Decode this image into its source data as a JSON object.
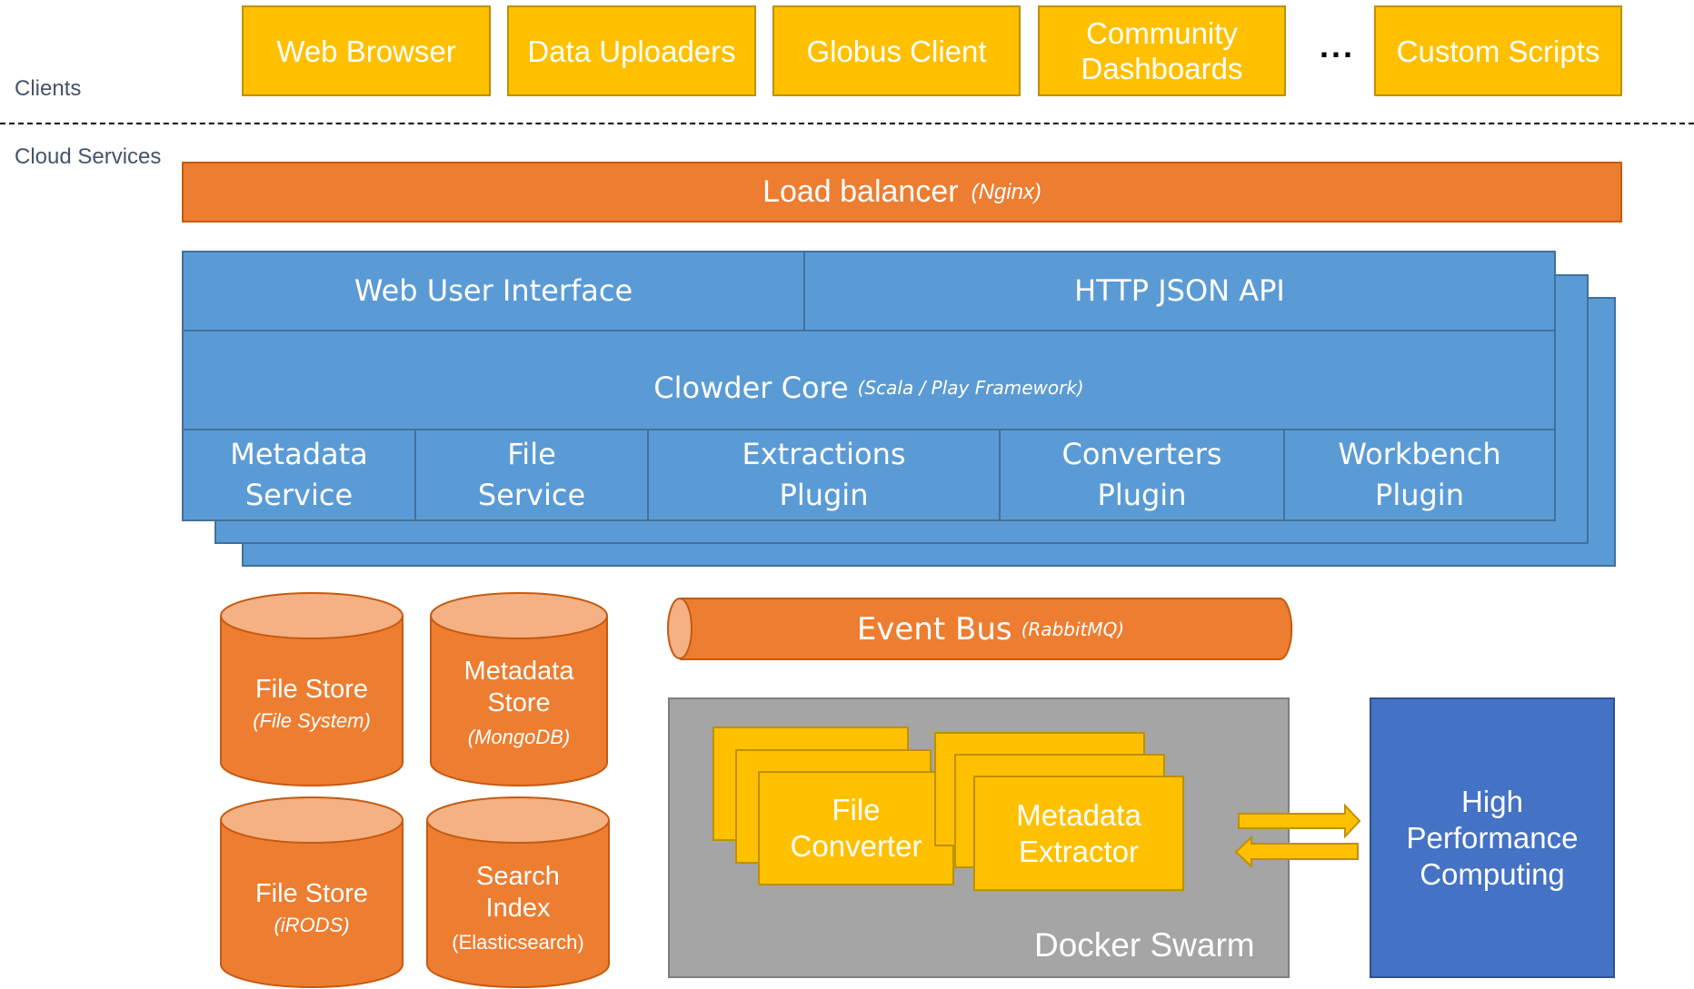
{
  "sections": {
    "clients_label": "Clients",
    "cloud_label": "Cloud Services"
  },
  "clients": [
    {
      "label": "Web Browser"
    },
    {
      "label": "Data Uploaders"
    },
    {
      "label": "Globus Client"
    },
    {
      "label": "Community Dashboards"
    },
    {
      "label": "Custom Scripts"
    }
  ],
  "ellipsis": "...",
  "load_balancer": {
    "label": "Load balancer",
    "tech": "(Nginx)"
  },
  "clowder": {
    "web_ui": "Web User Interface",
    "api": "HTTP JSON API",
    "core": "Clowder Core",
    "core_tech": "(Scala / Play Framework)",
    "modules": [
      {
        "line1": "Metadata",
        "line2": "Service"
      },
      {
        "line1": "File",
        "line2": "Service"
      },
      {
        "line1": "Extractions",
        "line2": "Plugin"
      },
      {
        "line1": "Converters",
        "line2": "Plugin"
      },
      {
        "line1": "Workbench",
        "line2": "Plugin"
      }
    ]
  },
  "stores": [
    {
      "line1": "File Store",
      "line2": "",
      "sub": "(File System)",
      "sub_italic": true
    },
    {
      "line1": "Metadata",
      "line2": "Store",
      "sub": "(MongoDB)",
      "sub_italic": true
    },
    {
      "line1": "File Store",
      "line2": "",
      "sub": "(iRODS)",
      "sub_italic": true
    },
    {
      "line1": "Search",
      "line2": "Index",
      "sub": "(Elasticsearch)",
      "sub_italic": false
    }
  ],
  "event_bus": {
    "label": "Event Bus",
    "tech": "(RabbitMQ)"
  },
  "docker": {
    "label": "Docker Swarm",
    "converter": {
      "line1": "File",
      "line2": "Converter"
    },
    "extractor": {
      "line1": "Metadata",
      "line2": "Extractor"
    }
  },
  "hpc": {
    "line1": "High",
    "line2": "Performance",
    "line3": "Computing"
  },
  "colors": {
    "client": "#FFC000",
    "orange": "#ED7D31",
    "orange_light": "#F4B183",
    "blue": "#5B9BD5",
    "hpc_blue": "#4472C4",
    "swarm_gray": "#A5A5A5",
    "label": "#44546A"
  }
}
